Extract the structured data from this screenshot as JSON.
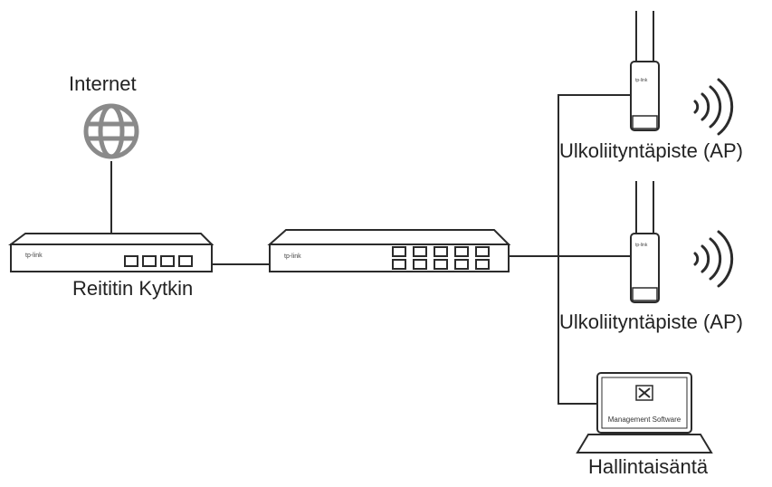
{
  "labels": {
    "internet": "Internet",
    "router": "Reititin Kytkin",
    "ap1": "Ulkoliityntäpiste (AP)",
    "ap2": "Ulkoliityntäpiste (AP)",
    "host": "Hallintaisäntä"
  },
  "devices": {
    "brand_router": "tp-link",
    "brand_switch": "tp-link",
    "brand_ap": "tp-link",
    "management_software": "Management Software"
  },
  "icons": {
    "internet": "globe-icon",
    "router": "router-icon",
    "switch": "switch-icon",
    "access_point": "outdoor-ap-icon",
    "wifi": "wifi-signal-icon",
    "host": "laptop-icon"
  },
  "colors": {
    "line": "#2b2b2b",
    "device_fill": "#ffffff",
    "icon_gray": "#8a8a8a"
  }
}
